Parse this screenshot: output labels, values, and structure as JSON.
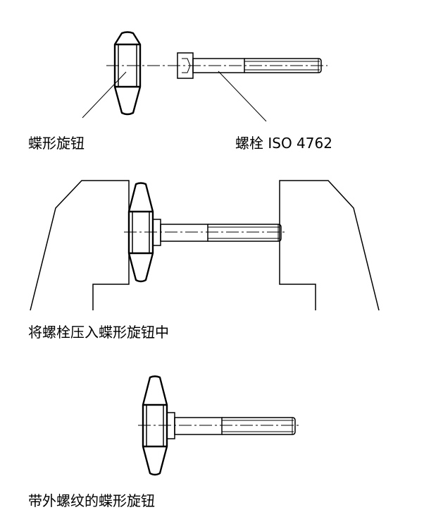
{
  "labels": {
    "wing_knob": "蝶形旋钮",
    "bolt": "螺栓 ISO 4762",
    "press_in": "将螺栓压入蝶形旋钮中",
    "external_thread": "带外螺纹的蝶形旋钮"
  }
}
